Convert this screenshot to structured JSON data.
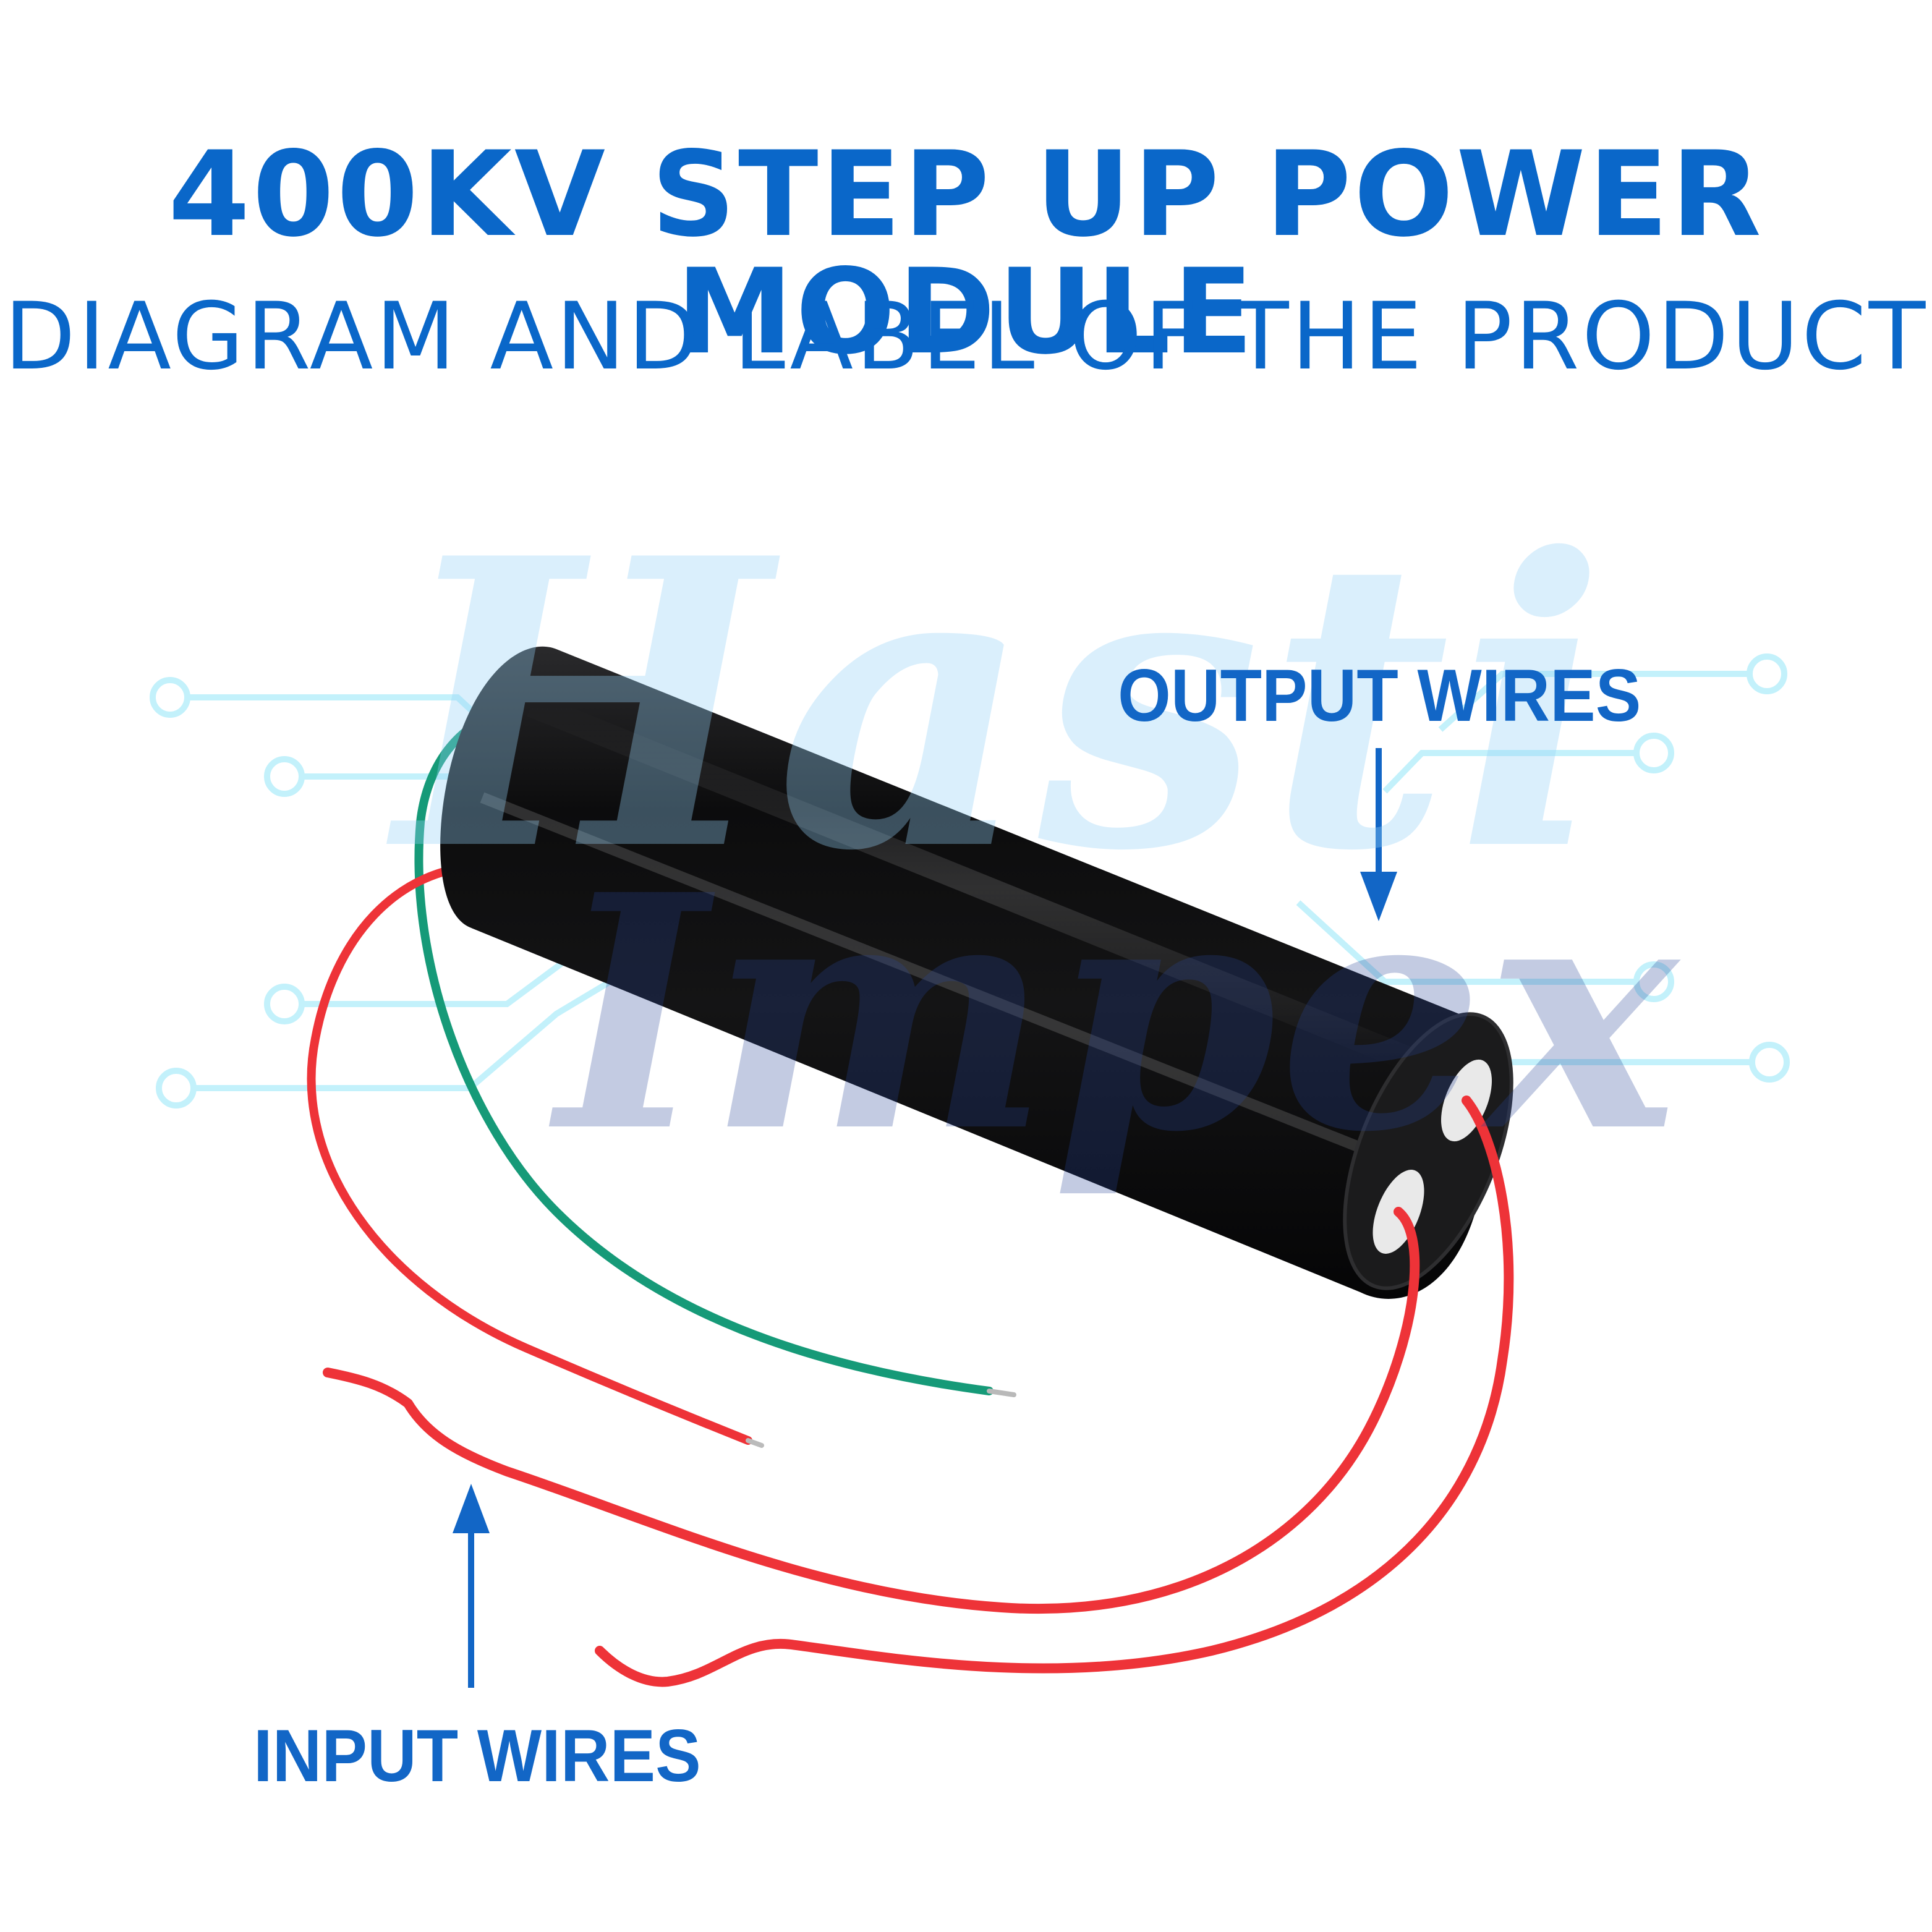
{
  "colors": {
    "title_blue": "#0a67c9",
    "label_blue": "#1266c6",
    "circuit_cyan": "#c3f1fb",
    "module_black": "#0b0b0c",
    "wire_red": "#ee3338",
    "wire_green": "#169a78",
    "watermark_light": "#9ad3f5",
    "watermark_dark": "#3a4f96"
  },
  "header": {
    "title": "400KV STEP UP POWER MODULE",
    "subtitle": "DIAGRAM AND LABEL OF THE PRODUCT"
  },
  "labels": {
    "output": "OUTPUT WIRES",
    "input": "INPUT WIRES"
  },
  "watermark": {
    "line1": "Hasti",
    "line2": "Impex"
  },
  "icons": {
    "output_arrow": "arrow-down-icon",
    "input_arrow": "arrow-up-icon"
  }
}
